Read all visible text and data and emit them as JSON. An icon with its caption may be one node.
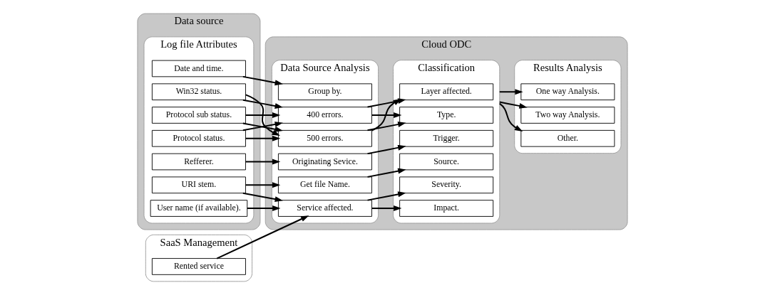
{
  "diagram": {
    "nodes": [
      {
        "text": [
          "Data source"
        ]
      },
      {
        "text": [
          "Log file Attributes"
        ],
        "in": 0
      },
      {
        "text": [
          "Date and time."
        ],
        "in": 1
      },
      {
        "text": [
          "Protocol status."
        ],
        "in": 1
      },
      {
        "text": [
          "Win32 status."
        ],
        "in": 1
      },
      {
        "text": [
          "Protocol sub status."
        ],
        "in": 1
      },
      {
        "text": [
          "Refferer."
        ],
        "in": 1
      },
      {
        "text": [
          "URI stem."
        ],
        "in": 1
      },
      {
        "text": [
          "User name (if available)."
        ],
        "in": 1
      },
      {
        "text": [
          "Cloud ODC"
        ]
      },
      {
        "text": [
          "Data Source Analysis"
        ],
        "in": 9
      },
      {
        "text": [
          "Group by."
        ],
        "in": 10
      },
      {
        "text": [
          "400 errors."
        ],
        "in": 10
      },
      {
        "text": [
          "500 errors."
        ],
        "in": 10
      },
      {
        "text": [
          "Originating Sevice."
        ],
        "in": 10
      },
      {
        "text": [
          "Get file Name."
        ],
        "in": 10
      },
      {
        "text": [
          "Service affected."
        ],
        "in": 10
      },
      {
        "text": [
          "Classification"
        ],
        "in": 9
      },
      {
        "text": [
          "Layer affected."
        ],
        "in": 17
      },
      {
        "text": [
          "Type."
        ],
        "in": 17
      },
      {
        "text": [
          "Trigger."
        ],
        "in": 17
      },
      {
        "text": [
          "Source."
        ],
        "in": 17
      },
      {
        "text": [
          "Severity."
        ],
        "in": 17
      },
      {
        "text": [
          "Impact."
        ],
        "in": 17
      },
      {
        "text": [
          "Results Analysis"
        ],
        "in": 9
      },
      {
        "text": [
          "One way Analysis."
        ],
        "in": 24
      },
      {
        "text": [
          "Two way Analysis."
        ],
        "in": 24
      },
      {
        "text": [
          "Other."
        ],
        "in": 24
      },
      {
        "text": [
          "SaaS Management"
        ]
      },
      {
        "text": [
          "Rented service"
        ],
        "in": 28
      }
    ],
    "edges": [
      {
        "from": 2,
        "to": 11,
        "arrow": "to"
      },
      {
        "from": 3,
        "to": 12,
        "arrow": "to"
      },
      {
        "from": 3,
        "to": 13,
        "arrow": "to"
      },
      {
        "from": 4,
        "to": 12,
        "arrow": "to"
      },
      {
        "from": 4,
        "to": 13,
        "arrow": "to"
      },
      {
        "from": 5,
        "to": 12,
        "arrow": "to"
      },
      {
        "from": 5,
        "to": 13,
        "arrow": "to"
      },
      {
        "from": 6,
        "to": 14,
        "arrow": "to"
      },
      {
        "from": 7,
        "to": 15,
        "arrow": "to"
      },
      {
        "from": 7,
        "to": 16,
        "arrow": "to"
      },
      {
        "from": 8,
        "to": 16,
        "arrow": "to"
      },
      {
        "from": 29,
        "to": 16,
        "arrow": "to"
      },
      {
        "from": 12,
        "to": 18,
        "arrow": "to"
      },
      {
        "from": 12,
        "to": 19,
        "arrow": "to"
      },
      {
        "from": 13,
        "to": 18,
        "arrow": "to"
      },
      {
        "from": 13,
        "to": 19,
        "arrow": "to"
      },
      {
        "from": 14,
        "to": 20,
        "arrow": "to"
      },
      {
        "from": 15,
        "to": 21,
        "arrow": "to"
      },
      {
        "from": 16,
        "to": 22,
        "arrow": "to"
      },
      {
        "from": 16,
        "to": 23,
        "arrow": "to"
      },
      {
        "from": 17,
        "to": 25,
        "arrow": "to"
      },
      {
        "from": 17,
        "to": 26,
        "arrow": "to"
      },
      {
        "from": 17,
        "to": 27,
        "arrow": "to"
      }
    ]
  }
}
